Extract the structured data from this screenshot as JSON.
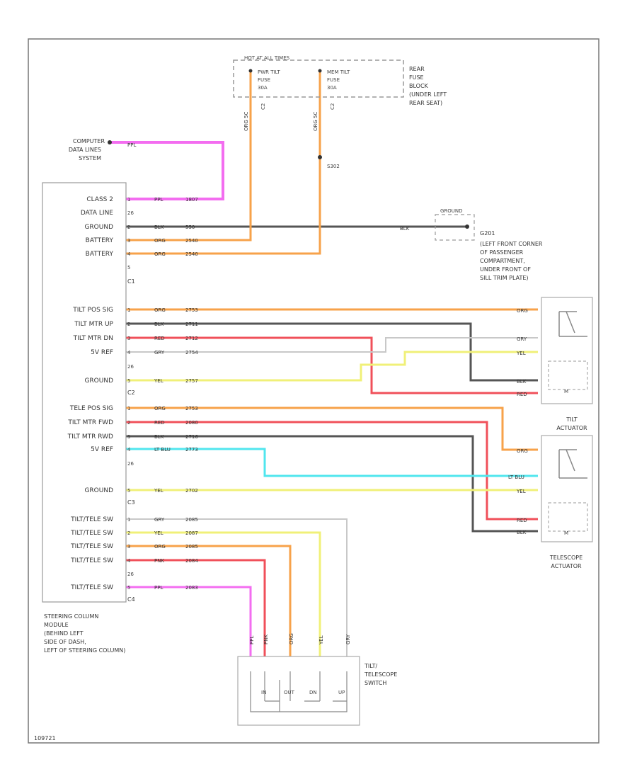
{
  "diagram_id": "109721",
  "fuse_block": {
    "header": "HOT AT ALL TIMES",
    "fuse1": [
      "PWR TILT",
      "FUSE",
      "30A"
    ],
    "fuse2": [
      "MEM TILT",
      "FUSE",
      "30A"
    ],
    "fuse1_pin": "C2",
    "fuse2_pin": "C2",
    "location": [
      "REAR",
      "FUSE",
      "BLOCK",
      "(UNDER LEFT",
      "REAR SEAT)"
    ]
  },
  "wire_colors": {
    "orange": "#f7a24a",
    "pink": "#f36df0",
    "gray": "#555555",
    "red": "#f0505a",
    "light_gray": "#cccccc",
    "yellow": "#f0f078",
    "light_blue": "#50e6ee",
    "outline": "#888888"
  },
  "computer": [
    "COMPUTER",
    "DATA LINES",
    "SYSTEM"
  ],
  "splice": "S302",
  "ground": {
    "tag": "GROUND",
    "name": "G201",
    "wire": "BLK",
    "desc": [
      "(LEFT FRONT CORNER",
      "OF PASSENGER",
      "COMPARTMENT,",
      "UNDER FRONT OF",
      "SILL TRIM PLATE)"
    ]
  },
  "module": {
    "title": [
      "STEERING COLUMN",
      "MODULE",
      "(BEHIND LEFT",
      "SIDE OF DASH,",
      "LEFT OF STEERING COLUMN)"
    ],
    "connectors": [
      "C1",
      "C2",
      "C3",
      "C4"
    ],
    "c1": [
      {
        "label": "CLASS 2",
        "pin": "1",
        "color": "PPL",
        "circuit": "1807"
      },
      {
        "label": "DATA LINE",
        "pin": "26"
      },
      {
        "label": "GROUND",
        "pin": "2",
        "color": "BLK",
        "circuit": "550"
      },
      {
        "label": "BATTERY",
        "pin": "3",
        "color": "ORG",
        "circuit": "2540"
      },
      {
        "label": "BATTERY",
        "pin": "4",
        "color": "ORG",
        "circuit": "2540"
      },
      {
        "label": "",
        "pin": "5"
      }
    ],
    "c2": [
      {
        "label": "TILT POS SIG",
        "pin": "1",
        "color": "ORG",
        "circuit": "2753"
      },
      {
        "label": "TILT MTR UP",
        "pin": "2",
        "color": "BLK",
        "circuit": "2711"
      },
      {
        "label": "TILT MTR DN",
        "pin": "3",
        "color": "RED",
        "circuit": "2712"
      },
      {
        "label": "5V REF",
        "pin": "4",
        "color": "GRY",
        "circuit": "2754"
      },
      {
        "label": "",
        "pin": "26"
      },
      {
        "label": "GROUND",
        "pin": "5",
        "color": "YEL",
        "circuit": "2757"
      }
    ],
    "c3": [
      {
        "label": "TELE POS SIG",
        "pin": "1",
        "color": "ORG",
        "circuit": "2753"
      },
      {
        "label": "TILT MTR FWD",
        "pin": "2",
        "color": "RED",
        "circuit": "2080"
      },
      {
        "label": "TILT MTR RWD",
        "pin": "3",
        "color": "BLK",
        "circuit": "2716"
      },
      {
        "label": "5V REF",
        "pin": "4",
        "color": "LT BLU",
        "circuit": "2773"
      },
      {
        "label": "",
        "pin": "26"
      },
      {
        "label": "GROUND",
        "pin": "5",
        "color": "YEL",
        "circuit": "2702"
      }
    ],
    "c4": [
      {
        "label": "TILT/TELE SW",
        "pin": "1",
        "color": "GRY",
        "circuit": "2085"
      },
      {
        "label": "TILT/TELE SW",
        "pin": "2",
        "color": "YEL",
        "circuit": "2087"
      },
      {
        "label": "TILT/TELE SW",
        "pin": "3",
        "color": "ORG",
        "circuit": "2085"
      },
      {
        "label": "TILT/TELE SW",
        "pin": "4",
        "color": "PNK",
        "circuit": "2084"
      },
      {
        "label": "",
        "pin": "26"
      },
      {
        "label": "TILT/TELE SW",
        "pin": "5",
        "color": "PPL",
        "circuit": "2083"
      }
    ]
  },
  "tilt_actuator": {
    "label": [
      "TILT",
      "ACTUATOR"
    ],
    "wires": [
      "ORG",
      "GRY",
      "YEL",
      "BLK",
      "RED"
    ],
    "motor": "M"
  },
  "telescope_actuator": {
    "label": [
      "TELESCOPE",
      "ACTUATOR"
    ],
    "wires": [
      "ORG",
      "LT BLU",
      "YEL",
      "RED",
      "BLK"
    ],
    "motor": "M"
  },
  "switch": {
    "label": [
      "TILT/",
      "TELESCOPE",
      "SWITCH"
    ],
    "wire_colors": [
      "PPL",
      "PNK",
      "ORG",
      "YEL",
      "GRY"
    ],
    "positions": [
      "IN",
      "OUT",
      "DN",
      "UP"
    ]
  },
  "wire_labels": {
    "fuse1_wire": "ORG  5C",
    "fuse2_wire": "ORG  5C",
    "computer_wire": "PPL"
  }
}
